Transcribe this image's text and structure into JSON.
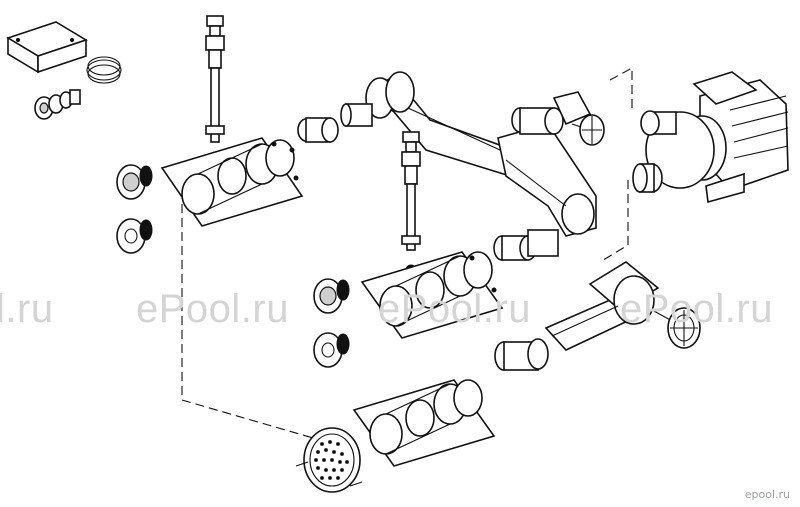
{
  "watermark": {
    "text_1": "l.ru",
    "text_2": "ePool.ru",
    "text_3": "ePool.ru",
    "text_4": "ePool.ru"
  },
  "corner_logo": {
    "text": "epool.ru"
  },
  "colors": {
    "line": "#111111",
    "watermark": "#d4d4d4",
    "background": "#ffffff"
  }
}
